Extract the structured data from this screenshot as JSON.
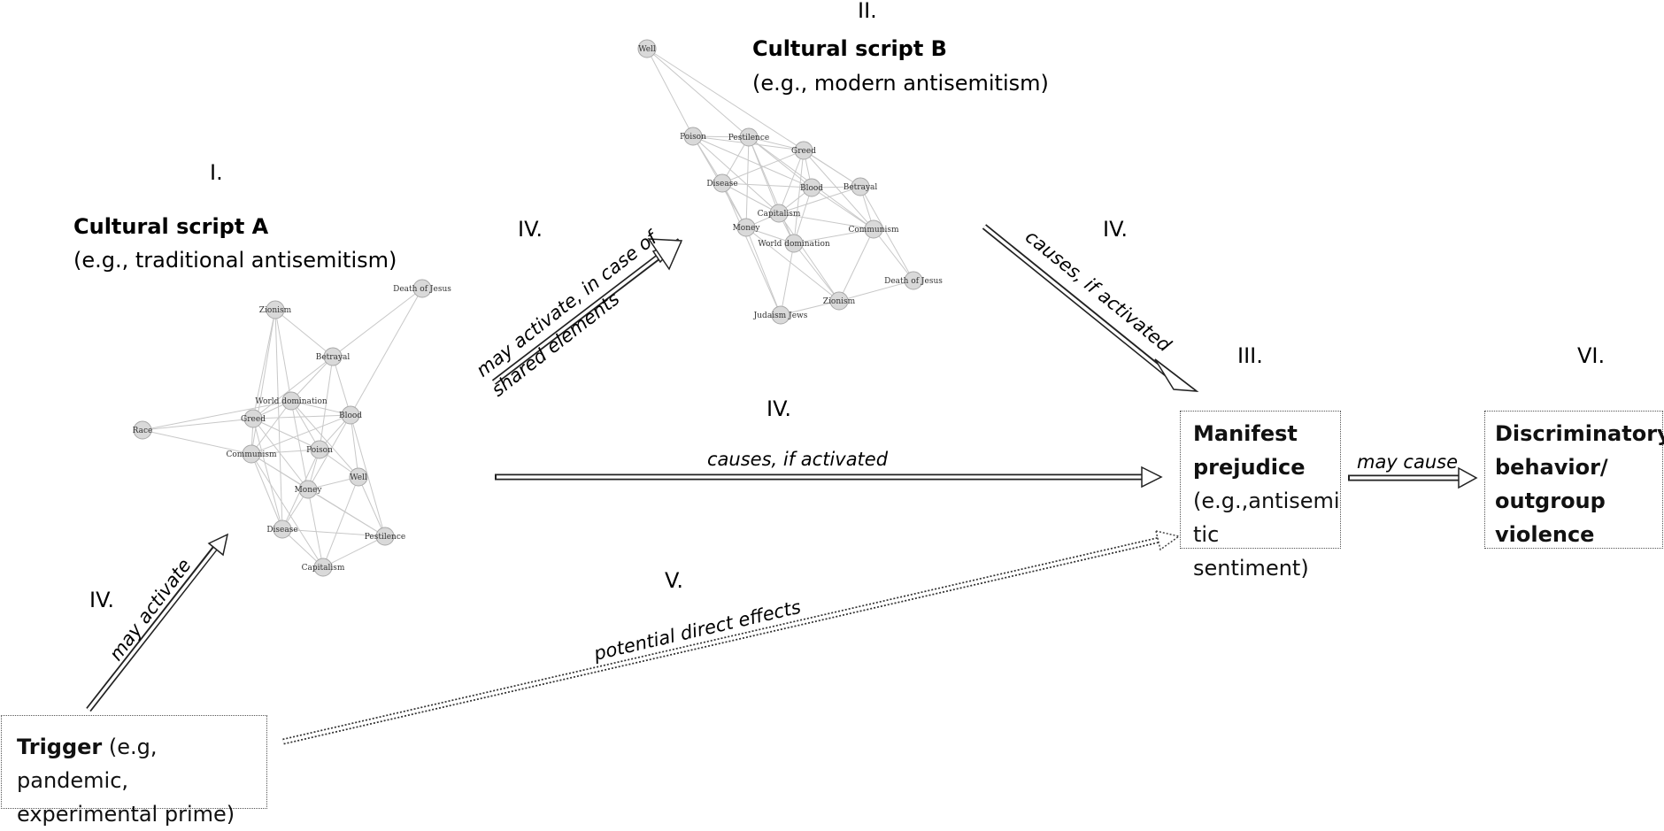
{
  "script_a": {
    "roman": "I.",
    "title": "Cultural script A",
    "subtitle": "(e.g., traditional antisemitism)",
    "nodes": [
      "Zionism",
      "Death of Jesus",
      "Betrayal",
      "World domination",
      "Greed",
      "Blood",
      "Race",
      "Communism",
      "Poison",
      "Well",
      "Money",
      "Disease",
      "Pestilence",
      "Capitalism"
    ]
  },
  "script_b": {
    "roman": "II.",
    "title": "Cultural script B",
    "subtitle": "(e.g., modern antisemitism)",
    "nodes": [
      "Well",
      "Poison",
      "Pestilence",
      "Greed",
      "Disease",
      "Blood",
      "Betrayal",
      "Capitalism",
      "Money",
      "Communism",
      "World domination",
      "Death of Jesus",
      "Zionism",
      "Judaism Jews"
    ]
  },
  "prejudice": {
    "roman": "III.",
    "title_line1": "Manifest",
    "title_line2": "prejudice",
    "detail_line1": "(e.g.,antisemi",
    "detail_line2": "tic sentiment)"
  },
  "behavior": {
    "roman": "VI.",
    "line1": "Discriminatory",
    "line2": "behavior/",
    "line3": "outgroup",
    "line4": "violence"
  },
  "trigger": {
    "title": "Trigger",
    "detail_line1": "(e.g, pandemic,",
    "detail_line2": "experimental prime)"
  },
  "arrows": {
    "a_to_b": {
      "roman": "IV.",
      "line1": "may activate, in case of",
      "line2": "shared elements"
    },
    "b_to_prejudice": {
      "roman": "IV.",
      "label": "causes, if activated"
    },
    "a_to_prejudice": {
      "roman": "IV.",
      "label": "causes, if activated"
    },
    "trigger_to_a": {
      "roman": "IV.",
      "label": "may activate"
    },
    "trigger_to_prejudice": {
      "roman": "V.",
      "label": "potential direct effects"
    },
    "prejudice_to_behavior": {
      "label": "may cause"
    }
  }
}
